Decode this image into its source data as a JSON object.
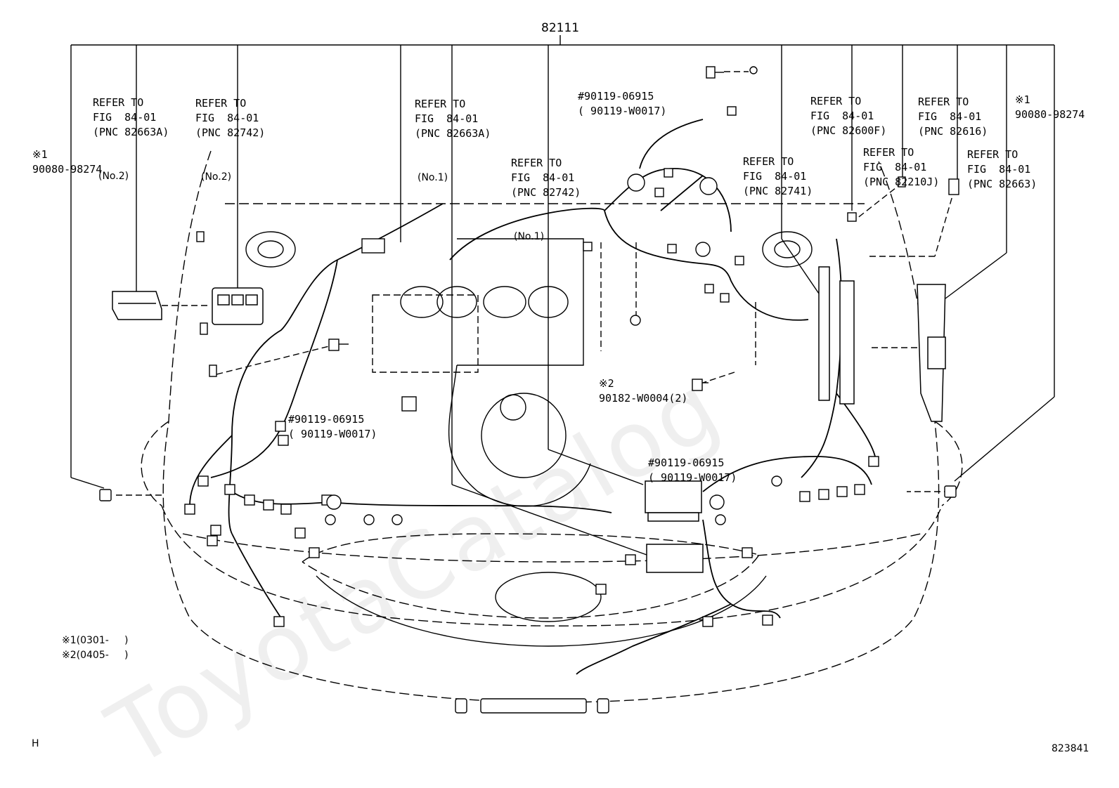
{
  "part_number": "82111",
  "callouts": {
    "c1": {
      "line1": "REFER TO",
      "line2": "FIG  84-01",
      "line3": "(PNC 82663A)",
      "sub": "(No.2)"
    },
    "c2": {
      "line1": "REFER TO",
      "line2": "FIG  84-01",
      "line3": "(PNC 82742)",
      "sub": "(No.2)"
    },
    "c3": {
      "line1": "REFER TO",
      "line2": "FIG  84-01",
      "line3": "(PNC 82663A)",
      "sub": "(No.1)"
    },
    "c4": {
      "line1": "REFER TO",
      "line2": "FIG  84-01",
      "line3": "(PNC 82742)",
      "sub": "(No.1)"
    },
    "c5": {
      "line1": "REFER TO",
      "line2": "FIG  84-01",
      "line3": "(PNC 82741)"
    },
    "c6": {
      "line1": "REFER TO",
      "line2": "FIG  84-01",
      "line3": "(PNC 82600F)"
    },
    "c7": {
      "line1": "REFER TO",
      "line2": "FIG  84-01",
      "line3": "(PNC 82616)"
    },
    "c8": {
      "line1": "REFER TO",
      "line2": "FIG  84-01",
      "line3": "(PNC 82210J)"
    },
    "c9": {
      "line1": "REFER TO",
      "line2": "FIG  84-01",
      "line3": "(PNC 82663)"
    }
  },
  "parts": {
    "left_clip": {
      "mark": "※1",
      "number": "90080-98274"
    },
    "right_clip": {
      "mark": "※1",
      "number": "90080-98274"
    },
    "bolt_top": {
      "number": "#90119-06915",
      "alt": "( 90119-W0017)"
    },
    "bolt_left": {
      "number": "#90119-06915",
      "alt": "( 90119-W0017)"
    },
    "bolt_right": {
      "number": "#90119-06915",
      "alt": "( 90119-W0017)"
    },
    "clamp": {
      "mark": "※2",
      "number": "90182-W0004(2)"
    }
  },
  "notes": {
    "n1": "※1(0301-     )",
    "n2": "※2(0405-     )"
  },
  "footer": {
    "left_code": "H",
    "figure_id": "823841"
  },
  "watermark": "ToyotaCatalog"
}
